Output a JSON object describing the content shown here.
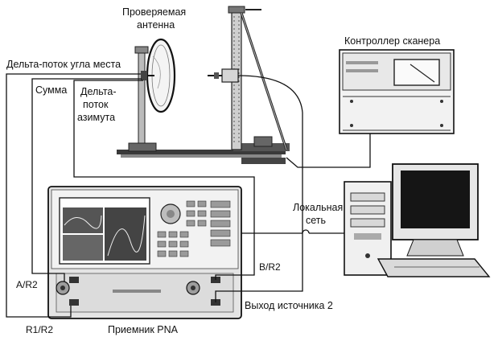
{
  "labels": {
    "antenna_line1": "Проверяемая",
    "antenna_line2": "антенна",
    "delta_elevation": "Дельта-поток угла места",
    "sum": "Сумма",
    "delta_azimuth_line1": "Дельта-",
    "delta_azimuth_line2": "поток",
    "delta_azimuth_line3": "азимута",
    "scanner_controller": "Контроллер сканера",
    "lan_line1": "Локальная",
    "lan_line2": "сеть",
    "port_a_r2": "A/R2",
    "port_b_r2": "B/R2",
    "port_r1_r2": "R1/R2",
    "source_2_output": "Выход источника 2",
    "receiver": "Приемник PNA"
  }
}
